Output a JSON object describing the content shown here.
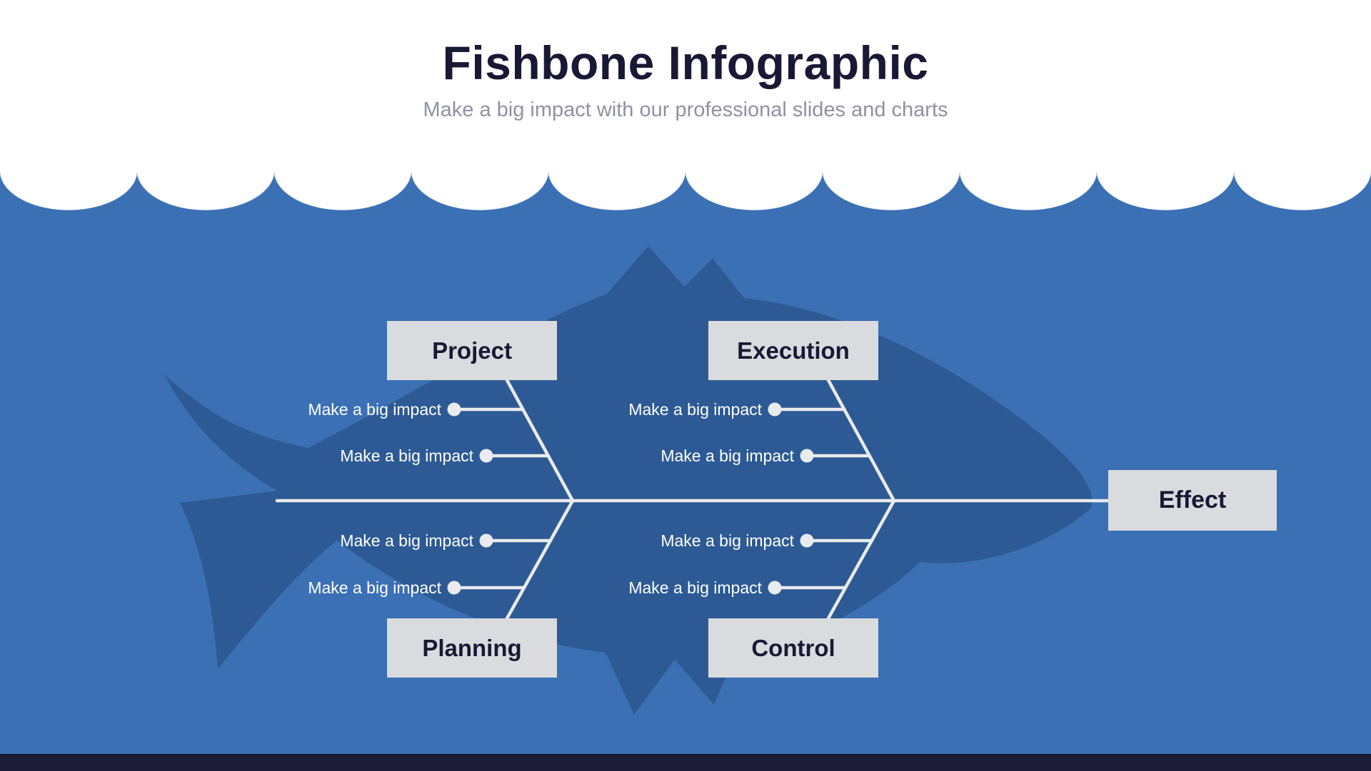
{
  "header": {
    "title": "Fishbone Infographic",
    "subtitle": "Make a big impact with our professional slides and charts"
  },
  "diagram": {
    "effect_label": "Effect",
    "branches": [
      {
        "label": "Project",
        "position": "top-left",
        "items": [
          "Make a big impact",
          "Make a big impact"
        ]
      },
      {
        "label": "Execution",
        "position": "top-right",
        "items": [
          "Make a big impact",
          "Make a big impact"
        ]
      },
      {
        "label": "Planning",
        "position": "bottom-left",
        "items": [
          "Make a big impact",
          "Make a big impact"
        ]
      },
      {
        "label": "Control",
        "position": "bottom-right",
        "items": [
          "Make a big impact",
          "Make a big impact"
        ]
      }
    ]
  },
  "colors": {
    "water": "#3b70b4",
    "fish": "#2d5a94",
    "line": "#e9ebee",
    "box_bg": "#d9dbde",
    "title": "#191935",
    "subtitle": "#8e92a2",
    "footer": "#1b1b35"
  }
}
